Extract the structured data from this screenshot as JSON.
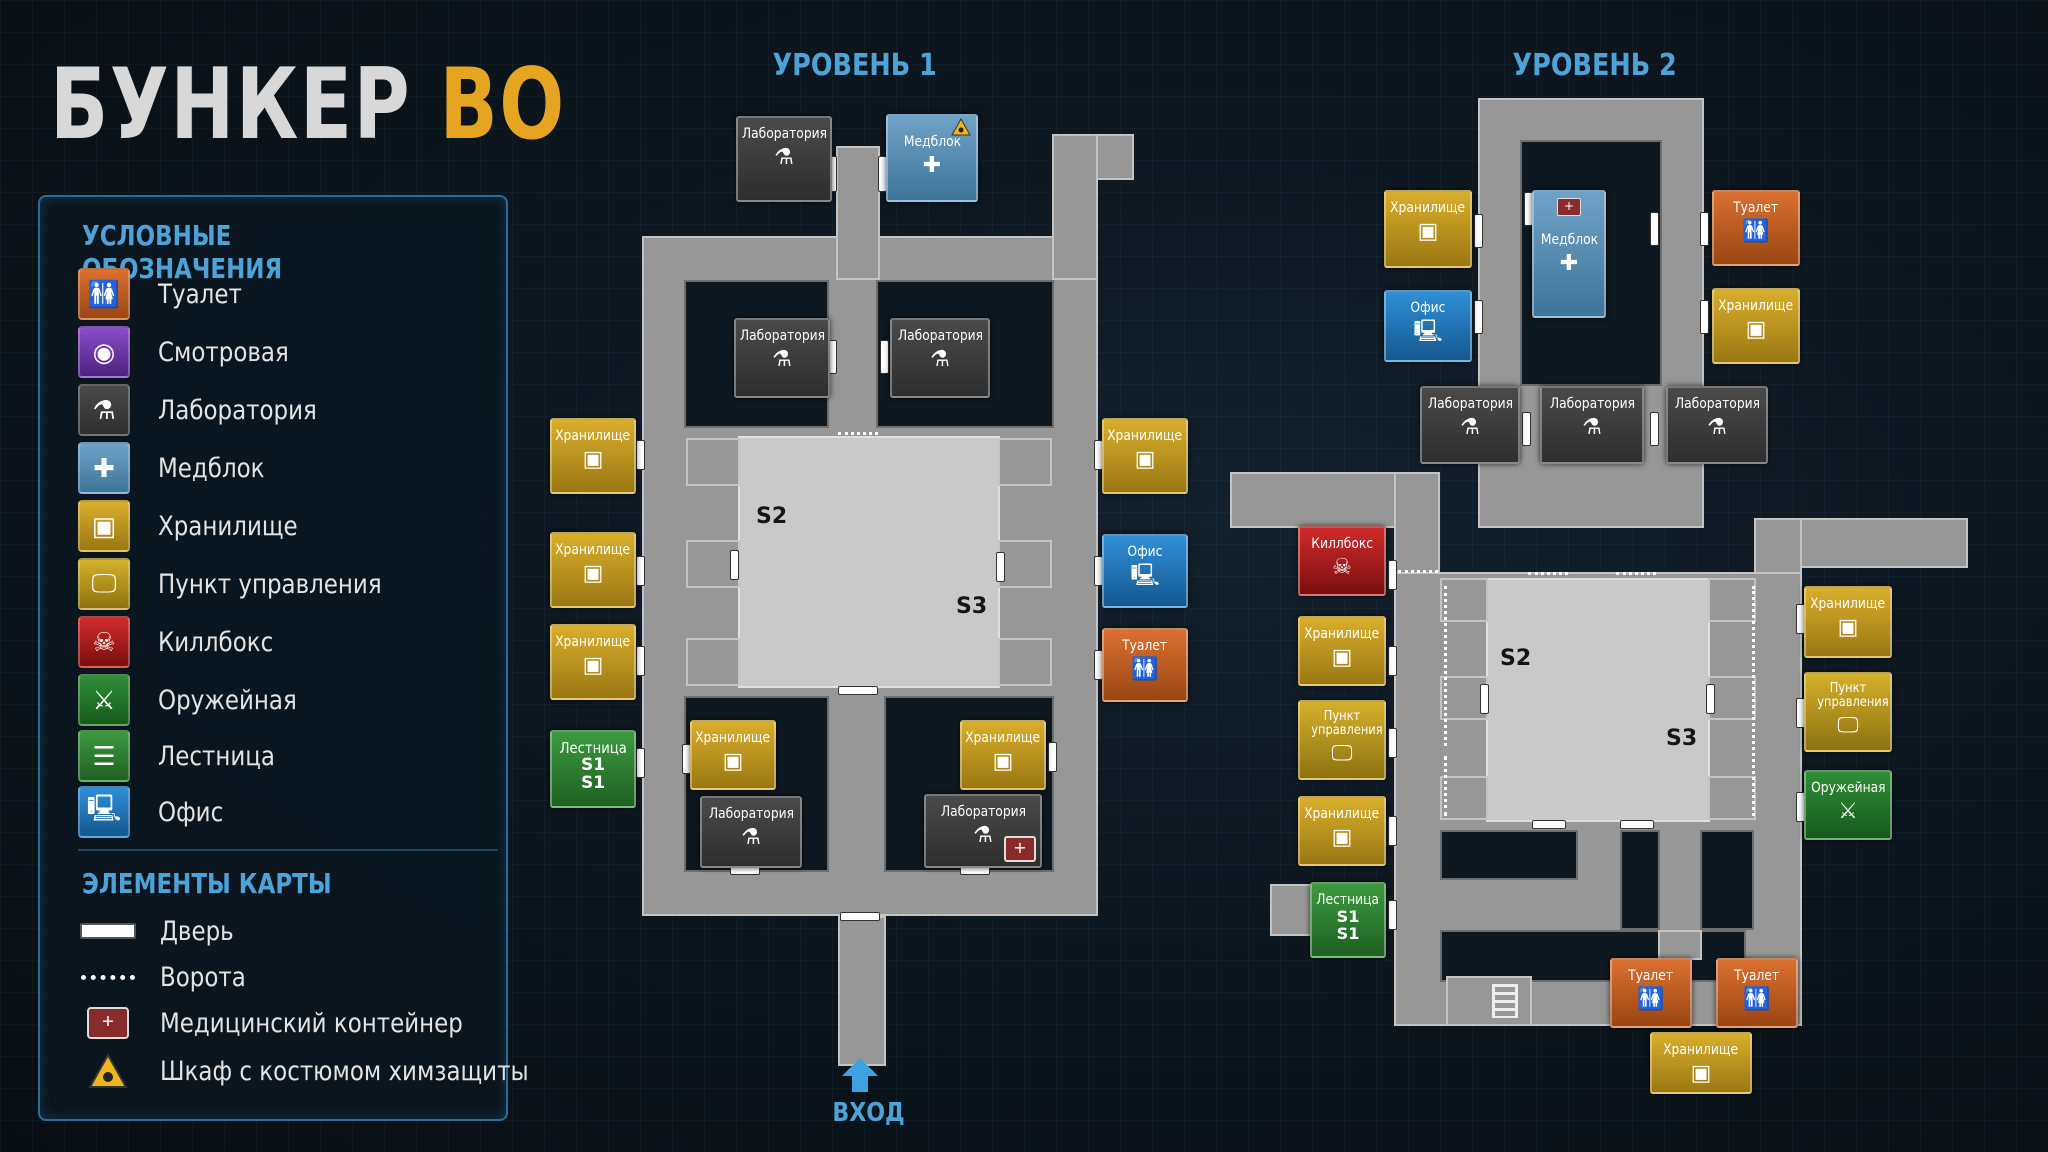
{
  "title": {
    "main": "БУНКЕР",
    "accent": "ВО"
  },
  "legend": {
    "heading": "УСЛОВНЫЕ ОБОЗНАЧЕНИЯ",
    "items": [
      {
        "label": "Туалет",
        "icon": "restroom-icon",
        "color": "#d2652a"
      },
      {
        "label": "Смотровая",
        "icon": "eye-icon",
        "color": "#7b3fb8"
      },
      {
        "label": "Лаборатория",
        "icon": "flask-icon",
        "color": "#3d3d3d"
      },
      {
        "label": "Медблок",
        "icon": "medical-cross-icon",
        "color": "#5b8db3"
      },
      {
        "label": "Хранилище",
        "icon": "crate-icon",
        "color": "#c99a1e"
      },
      {
        "label": "Пункт управления",
        "icon": "monitor-icon",
        "color": "#c8a21c"
      },
      {
        "label": "Киллбокс",
        "icon": "skull-icon",
        "color": "#b31c1c"
      },
      {
        "label": "Оружейная",
        "icon": "crossed-swords-icon",
        "color": "#2a7a30"
      },
      {
        "label": "Лестница",
        "icon": "ladder-icon",
        "color": "#2f8a33"
      },
      {
        "label": "Офис",
        "icon": "computer-icon",
        "color": "#2679bd"
      }
    ]
  },
  "map_elements": {
    "heading": "ЭЛЕМЕНТЫ КАРТЫ",
    "items": [
      {
        "label": "Дверь",
        "icon": "door-icon"
      },
      {
        "label": "Ворота",
        "icon": "gate-icon"
      },
      {
        "label": "Медицинский контейнер",
        "icon": "medkit-icon"
      },
      {
        "label": "Шкаф с костюмом химзащиты",
        "icon": "hazard-warning-icon"
      }
    ]
  },
  "level1": {
    "title": "УРОВЕНЬ 1",
    "entrance": "ВХОД",
    "hall_labels": [
      "S2",
      "S3"
    ],
    "rooms": {
      "lab_top": {
        "label": "Лаборатория"
      },
      "med_top": {
        "label": "Медблок"
      },
      "lab_inner_left": {
        "label": "Лаборатория"
      },
      "lab_inner_right": {
        "label": "Лаборатория"
      },
      "sto_left_1": {
        "label": "Хранилище"
      },
      "sto_left_2": {
        "label": "Хранилище"
      },
      "sto_left_3": {
        "label": "Хранилище"
      },
      "stair_left": {
        "label": "Лестница",
        "sub1": "S1",
        "sub2": "S1"
      },
      "sto_right_1": {
        "label": "Хранилище"
      },
      "office_right": {
        "label": "Офис"
      },
      "wc_right": {
        "label": "Туалет"
      },
      "sto_bottom_left": {
        "label": "Хранилище"
      },
      "lab_bottom_left": {
        "label": "Лаборатория"
      },
      "sto_bottom_right": {
        "label": "Хранилище"
      },
      "lab_bottom_right": {
        "label": "Лаборатория"
      }
    }
  },
  "level2": {
    "title": "УРОВЕНЬ 2",
    "hall_labels": [
      "S2",
      "S3"
    ],
    "rooms": {
      "sto_tl": {
        "label": "Хранилище"
      },
      "office_tl": {
        "label": "Офис"
      },
      "med_center": {
        "label": "Медблок"
      },
      "wc_tr": {
        "label": "Туалет"
      },
      "sto_tr": {
        "label": "Хранилище"
      },
      "lab_a": {
        "label": "Лаборатория"
      },
      "lab_b": {
        "label": "Лаборатория"
      },
      "lab_c": {
        "label": "Лаборатория"
      },
      "killbox": {
        "label": "Киллбокс"
      },
      "sto_l1": {
        "label": "Хранилище"
      },
      "ctrl_l": {
        "label": "Пункт управления"
      },
      "sto_l2": {
        "label": "Хранилище"
      },
      "stair_l": {
        "label": "Лестница",
        "sub1": "S1",
        "sub2": "S1"
      },
      "sto_r1": {
        "label": "Хранилище"
      },
      "ctrl_r": {
        "label": "Пункт управления"
      },
      "armory_r": {
        "label": "Оружейная"
      },
      "wc_b1": {
        "label": "Туалет"
      },
      "wc_b2": {
        "label": "Туалет"
      },
      "sto_b": {
        "label": "Хранилище"
      }
    }
  }
}
